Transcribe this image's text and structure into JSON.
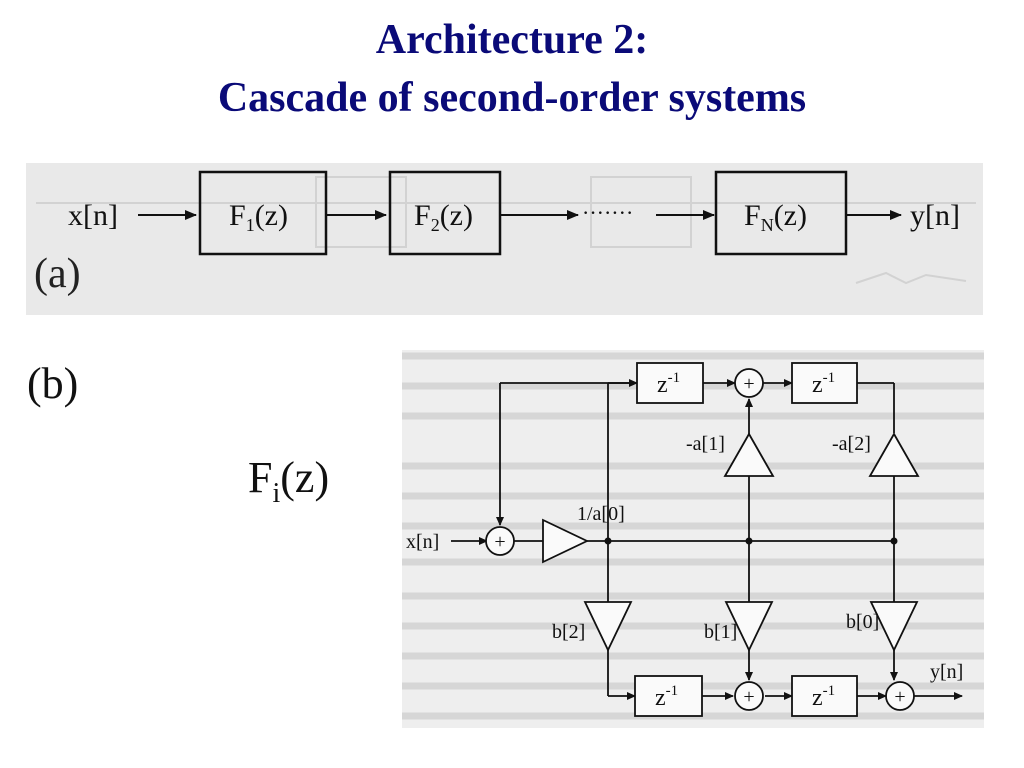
{
  "title": {
    "line1": "Architecture 2:",
    "line2": "Cascade of second-order systems"
  },
  "diagram_a": {
    "panel_label": "(a)",
    "input": "x[n]",
    "output": "y[n]",
    "ellipsis": "·······",
    "blocks": [
      {
        "name": "F",
        "sub": "1",
        "arg": "(z)"
      },
      {
        "name": "F",
        "sub": "2",
        "arg": "(z)"
      },
      {
        "name": "F",
        "sub": "N",
        "arg": "(z)"
      }
    ]
  },
  "diagram_b": {
    "panel_label": "(b)",
    "function_label": {
      "name": "F",
      "sub": "i",
      "arg": "(z)"
    },
    "input": "x[n]",
    "output": "y[n]",
    "delay": "z",
    "delay_exp": "-1",
    "adder": "+",
    "gain_input": "1/a[0]",
    "gain_a1": "-a[1]",
    "gain_a2": "-a[2]",
    "gain_b2": "b[2]",
    "gain_b1": "b[1]",
    "gain_b0": "b[0]"
  }
}
